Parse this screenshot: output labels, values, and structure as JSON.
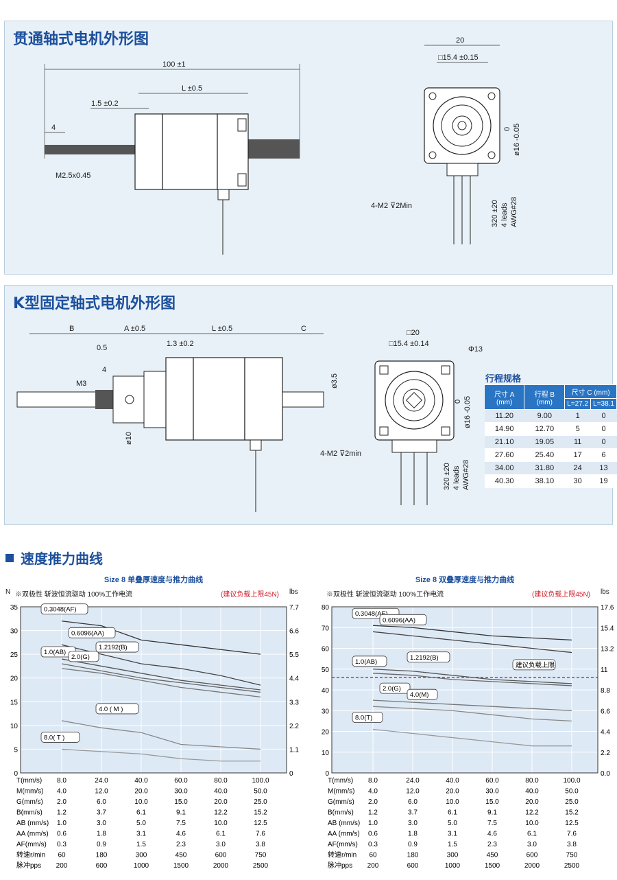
{
  "panel1": {
    "title": "贯通轴式电机外形图",
    "dims": {
      "total_length": "100 ±1",
      "body_length": "L ±0.5",
      "shoulder": "1.5 ±0.2",
      "thread_len": "4",
      "thread": "M2.5x0.45",
      "width": "20",
      "square": "□15.4 ±0.15",
      "boss_dia_top": "0",
      "boss_dia": "ø16 -0.05",
      "holes": "4-M2 ⊽2Min",
      "lead_len": "320 ±20",
      "leads": "4 leads",
      "awg": "AWG#28"
    }
  },
  "panel2": {
    "title": "K型固定轴式电机外形图",
    "dims": {
      "b": "B",
      "a": "A ±0.5",
      "l": "L ±0.5",
      "c": "C",
      "half": "0.5",
      "shoulder": "1.3 ±0.2",
      "thread_len": "4",
      "thread": "M3",
      "shaft_dia": "ø3.5",
      "nut_dia": "ø10",
      "width": "□20",
      "square": "□15.4 ±0.14",
      "phi13": "Φ13",
      "boss_dia_top": "0",
      "boss_dia": "ø16 -0.05",
      "holes": "4-M2 ⊽2min",
      "lead_len": "320 ±20",
      "leads": "4 leads",
      "awg": "AWG#28"
    },
    "spec": {
      "title": "行程规格",
      "headers": [
        "尺寸 A (mm)",
        "行程 B (mm)",
        "尺寸 C (mm)"
      ],
      "sub_headers": [
        "L=27.2",
        "L=38.1"
      ],
      "rows": [
        [
          "11.20",
          "9.00",
          "1",
          "0"
        ],
        [
          "14.90",
          "12.70",
          "5",
          "0"
        ],
        [
          "21.10",
          "19.05",
          "11",
          "0"
        ],
        [
          "27.60",
          "25.40",
          "17",
          "6"
        ],
        [
          "34.00",
          "31.80",
          "24",
          "13"
        ],
        [
          "40.30",
          "38.10",
          "30",
          "19"
        ]
      ]
    }
  },
  "section": {
    "title": "速度推力曲线"
  },
  "chart_data": [
    {
      "type": "line",
      "title": "Size 8 单叠厚速度与推力曲线",
      "note": "※双极性 斩波恒流驱动 100%工作电流",
      "warning": "(建议负载上限45N)",
      "ylabel_left": "N",
      "ylabel_right": "lbs",
      "ylim": [
        0,
        35
      ],
      "yticks_left": [
        "0",
        "5",
        "10",
        "15",
        "20",
        "25",
        "30",
        "35"
      ],
      "yticks_right": [
        "0",
        "1.1",
        "2.2",
        "3.3",
        "4.4",
        "5.5",
        "6.6",
        "7.7"
      ],
      "x": [
        1,
        2,
        3,
        4,
        5,
        6
      ],
      "series": [
        {
          "name": "0.3048(AF)",
          "values": [
            32,
            31,
            28,
            27,
            26,
            25
          ]
        },
        {
          "name": "0.6096(AA)",
          "values": [
            27,
            25,
            23,
            22,
            20.5,
            18.5
          ]
        },
        {
          "name": "1.2192(B)",
          "values": [
            24,
            22.5,
            21,
            19.5,
            18.5,
            17.5
          ]
        },
        {
          "name": "1.0(AB)",
          "values": [
            23,
            21.5,
            20,
            19,
            18,
            17
          ]
        },
        {
          "name": "2.0(G)",
          "values": [
            22,
            21,
            19.5,
            18,
            17,
            16
          ]
        },
        {
          "name": "4.0 ( M )",
          "values": [
            11,
            9.5,
            8.5,
            6,
            5.5,
            5
          ]
        },
        {
          "name": "8.0( T )",
          "values": [
            5,
            4.5,
            4,
            3,
            2.5,
            2.5
          ]
        }
      ],
      "table": {
        "labels": [
          "T(mm/s)",
          "M(mm/s)",
          "G(mm/s)",
          "B(mm/s)",
          "AB (mm/s)",
          "AA (mm/s)",
          "AF(mm/s)",
          "转速r/min",
          "脉冲pps"
        ],
        "rows": [
          [
            "8.0",
            "24.0",
            "40.0",
            "60.0",
            "80.0",
            "100.0"
          ],
          [
            "4.0",
            "12.0",
            "20.0",
            "30.0",
            "40.0",
            "50.0"
          ],
          [
            "2.0",
            "6.0",
            "10.0",
            "15.0",
            "20.0",
            "25.0"
          ],
          [
            "1.2",
            "3.7",
            "6.1",
            "9.1",
            "12.2",
            "15.2"
          ],
          [
            "1.0",
            "3.0",
            "5.0",
            "7.5",
            "10.0",
            "12.5"
          ],
          [
            "0.6",
            "1.8",
            "3.1",
            "4.6",
            "6.1",
            "7.6"
          ],
          [
            "0.3",
            "0.9",
            "1.5",
            "2.3",
            "3.0",
            "3.8"
          ],
          [
            "60",
            "180",
            "300",
            "450",
            "600",
            "750"
          ],
          [
            "200",
            "600",
            "1000",
            "1500",
            "2000",
            "2500"
          ]
        ]
      }
    },
    {
      "type": "line",
      "title": "Size 8 双叠厚速度与推力曲线",
      "note": "※双极性 斩波恒流驱动 100%工作电流",
      "warning": "(建议负载上限45N)",
      "ylabel_left": "",
      "ylabel_right": "lbs",
      "ylim": [
        0,
        80
      ],
      "yticks_left": [
        "0",
        "10",
        "20",
        "30",
        "40",
        "50",
        "60",
        "70",
        "80"
      ],
      "yticks_right": [
        "0.0",
        "2.2",
        "4.4",
        "6.6",
        "8.8",
        "11",
        "13.2",
        "15.4",
        "17.6"
      ],
      "limit_label": "建议负载上限",
      "limit_value": 46,
      "x": [
        1,
        2,
        3,
        4,
        5,
        6
      ],
      "series": [
        {
          "name": "0.3048(AF)",
          "values": [
            71,
            70,
            68,
            66,
            65,
            64
          ]
        },
        {
          "name": "0.6096(AA)",
          "values": [
            68,
            66,
            64,
            62,
            60,
            58
          ]
        },
        {
          "name": "1.2192(B)",
          "values": [
            50,
            49,
            47,
            45,
            44,
            43
          ]
        },
        {
          "name": "1.0(AB)",
          "values": [
            48,
            47,
            45,
            44,
            43,
            42
          ]
        },
        {
          "name": "2.0(G)",
          "values": [
            35,
            34,
            33,
            32,
            31,
            30
          ]
        },
        {
          "name": "4.0(M)",
          "values": [
            32,
            31,
            30,
            28,
            26,
            25
          ]
        },
        {
          "name": "8.0(T)",
          "values": [
            21,
            19,
            17,
            15,
            13,
            13
          ]
        }
      ],
      "table": {
        "labels": [
          "T(mm/s)",
          "M(mm/s)",
          "G(mm/s)",
          "B(mm/s)",
          "AB (mm/s)",
          "AA (mm/s)",
          "AF(mm/s)",
          "转速r/min",
          "脉冲pps"
        ],
        "rows": [
          [
            "8.0",
            "24.0",
            "40.0",
            "60.0",
            "80.0",
            "100.0"
          ],
          [
            "4.0",
            "12.0",
            "20.0",
            "30.0",
            "40.0",
            "50.0"
          ],
          [
            "2.0",
            "6.0",
            "10.0",
            "15.0",
            "20.0",
            "25.0"
          ],
          [
            "1.2",
            "3.7",
            "6.1",
            "9.1",
            "12.2",
            "15.2"
          ],
          [
            "1.0",
            "3.0",
            "5.0",
            "7.5",
            "10.0",
            "12.5"
          ],
          [
            "0.6",
            "1.8",
            "3.1",
            "4.6",
            "6.1",
            "7.6"
          ],
          [
            "0.3",
            "0.9",
            "1.5",
            "2.3",
            "3.0",
            "3.8"
          ],
          [
            "60",
            "180",
            "300",
            "450",
            "600",
            "750"
          ],
          [
            "200",
            "600",
            "1000",
            "1500",
            "2000",
            "2500"
          ]
        ]
      }
    }
  ]
}
